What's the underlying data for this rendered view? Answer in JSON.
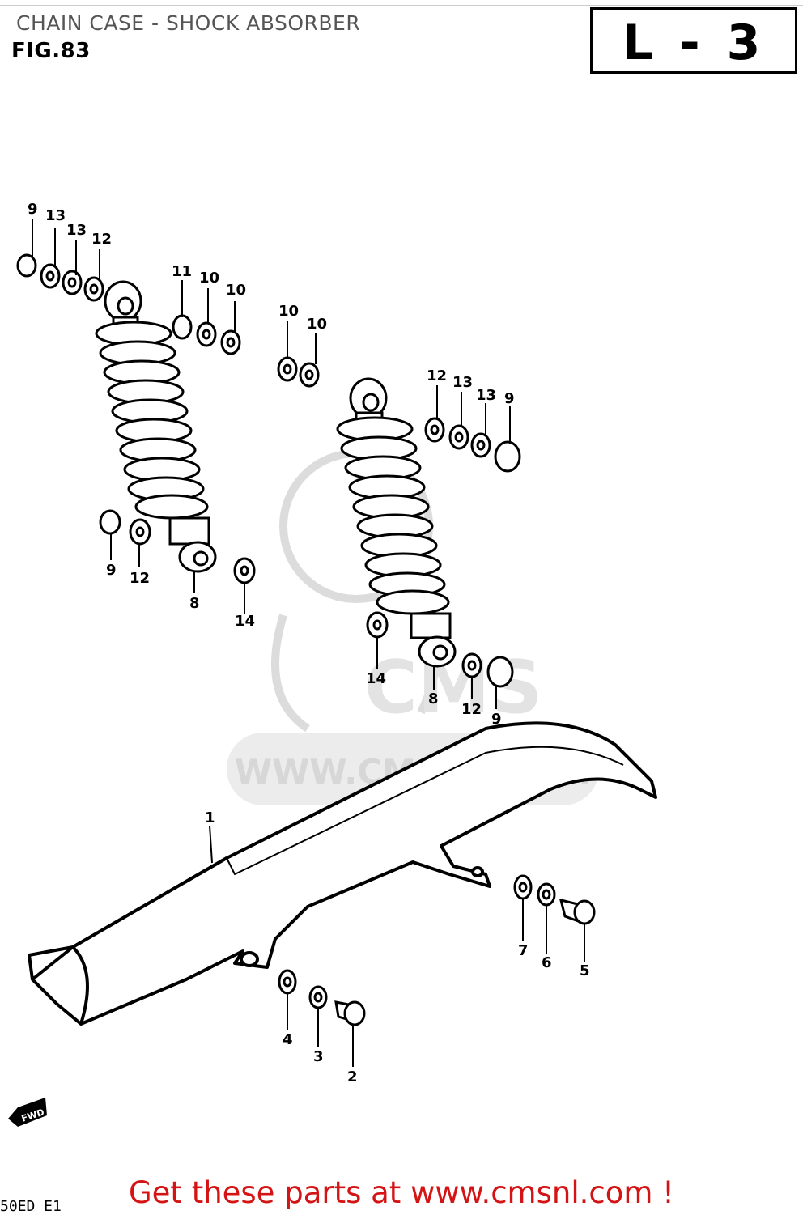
{
  "header": {
    "title": "CHAIN CASE - SHOCK ABSORBER",
    "fig": "FIG.83",
    "page_code": "L - 3"
  },
  "watermark": {
    "logo_text": "CMS",
    "url_text": "WWW.CMSNL.COM"
  },
  "diagram": {
    "callouts": [
      "9",
      "13",
      "13",
      "12",
      "11",
      "10",
      "10",
      "10",
      "10",
      "12",
      "13",
      "13",
      "9",
      "9",
      "12",
      "8",
      "14",
      "14",
      "8",
      "12",
      "9",
      "1",
      "7",
      "6",
      "5",
      "4",
      "3",
      "2"
    ],
    "fwd_label": "FWD"
  },
  "footer": {
    "cta": "Get these parts at www.cmsnl.com !",
    "code": "50ED E1"
  },
  "colors": {
    "cta": "#d41414",
    "watermark": "#d7d7d7"
  }
}
